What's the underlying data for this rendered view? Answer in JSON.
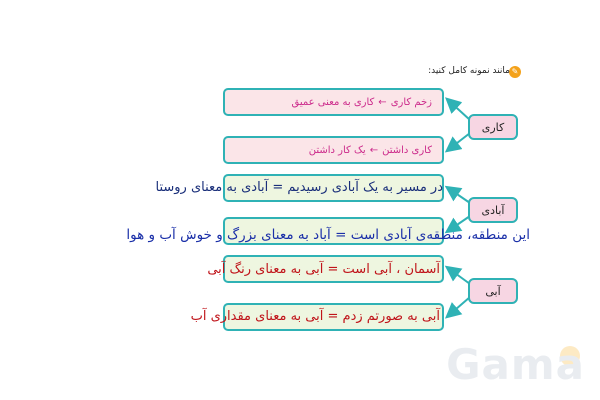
{
  "header": {
    "instruction": "مانند نمونه کامل کنید:",
    "badge_icon": "pencil-icon"
  },
  "words": [
    {
      "label": "کاری"
    },
    {
      "label": "آبادی"
    },
    {
      "label": "آبی"
    }
  ],
  "examples": {
    "e1_word": "زخم کاری",
    "e1_arrow": "←",
    "e1_meaning": "کاری به معنی عمیق",
    "e2_word": "کاری داشتن",
    "e2_arrow": "←",
    "e2_meaning": "یک کار داشتن",
    "e3_line": "در مسیر به یک آبادی رسیدیم = آبادی به معنای روستا",
    "e4_line": "این منطقه، منطقه‌ی آبادی است = آباد به معنای بزرگ و خوش آب و هوا",
    "e5_line": "آسمان ، آبی است = آبی به معنای رنگ آبی",
    "e6_line": "آبی به صورتم زدم = آبی به معنای مقداری آب"
  },
  "watermark": {
    "text": "Gama"
  },
  "colors": {
    "teal": "#2fb2b5",
    "pink_text": "#cc2a8b",
    "blue_text": "#1a2fa8",
    "red_text": "#c0141a",
    "box_pink": "#fbe5e8",
    "box_green": "#eef6e0"
  }
}
